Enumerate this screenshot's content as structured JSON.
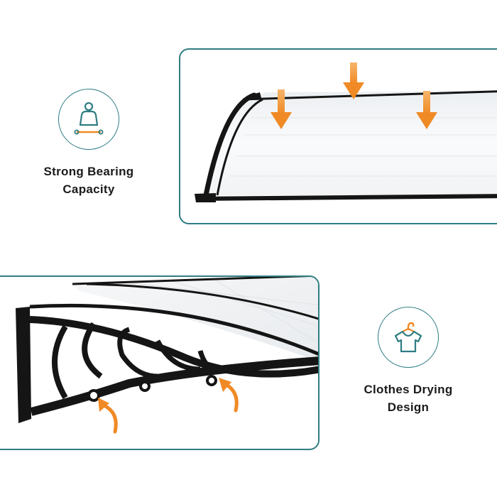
{
  "colors": {
    "teal": "#2f7d82",
    "orange": "#f39a3c",
    "frame_black": "#151515",
    "panel_white": "#f4f5f6"
  },
  "features": [
    {
      "icon": "weight-bearing-icon",
      "label_line1": "Strong Bearing",
      "label_line2": "Capacity"
    },
    {
      "icon": "hanger-shirt-icon",
      "label_line1": "Clothes Drying",
      "label_line2": "Design"
    }
  ]
}
